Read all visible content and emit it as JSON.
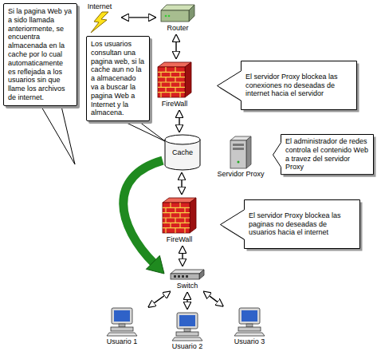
{
  "diagram": {
    "nodes": [
      {
        "text": [
          "Si la pagina Web ya a sido llamada anteriormente, se encuentra almacenada en la cache por lo cual automaticamente es reflejada a los usuarios sin que llame los archivos de internet."
        ]
      },
      {
        "text": [
          "Internet"
        ]
      },
      {
        "text": [
          "Router"
        ]
      },
      {
        "text": [
          "Los usuarios consultan una pagina web, si la cache aun no la a almacenado va a buscar la pagina Web a Internet y la almacena."
        ]
      },
      {
        "text": [
          "FireWall"
        ]
      },
      {
        "text": [
          "El servidor Proxy blockea las conexiones no deseadas de internet hacia el servidor"
        ]
      },
      {
        "text": [
          "Cache"
        ]
      },
      {
        "text": [
          "Servidor Proxy"
        ]
      },
      {
        "text": [
          "El administrador de redes controla el contenido Web a travez del servidor Proxy"
        ]
      },
      {
        "text": [
          "FireWall"
        ]
      },
      {
        "text": [
          "El servidor Proxy blockea las paginas no deseadas de usuarios hacia el internet"
        ]
      },
      {
        "text": [
          "Switch"
        ]
      },
      {
        "text": [
          "Usuario 1"
        ]
      },
      {
        "text": [
          "Usuario 2"
        ]
      },
      {
        "text": [
          "Usuario 3"
        ]
      }
    ],
    "edges": [
      {
        "from": 1,
        "to": 2,
        "arrow": "both"
      },
      {
        "from": 2,
        "to": 4,
        "arrow": "both"
      },
      {
        "from": 4,
        "to": 6,
        "arrow": "both"
      },
      {
        "from": 6,
        "to": 9,
        "arrow": "both"
      },
      {
        "from": 9,
        "to": 11,
        "arrow": "both"
      },
      {
        "from": 11,
        "to": 12,
        "arrow": "both"
      },
      {
        "from": 11,
        "to": 13,
        "arrow": "both"
      },
      {
        "from": 11,
        "to": 14,
        "arrow": "both"
      },
      {
        "from": 6,
        "to": 11,
        "arrow": "to"
      }
    ]
  }
}
